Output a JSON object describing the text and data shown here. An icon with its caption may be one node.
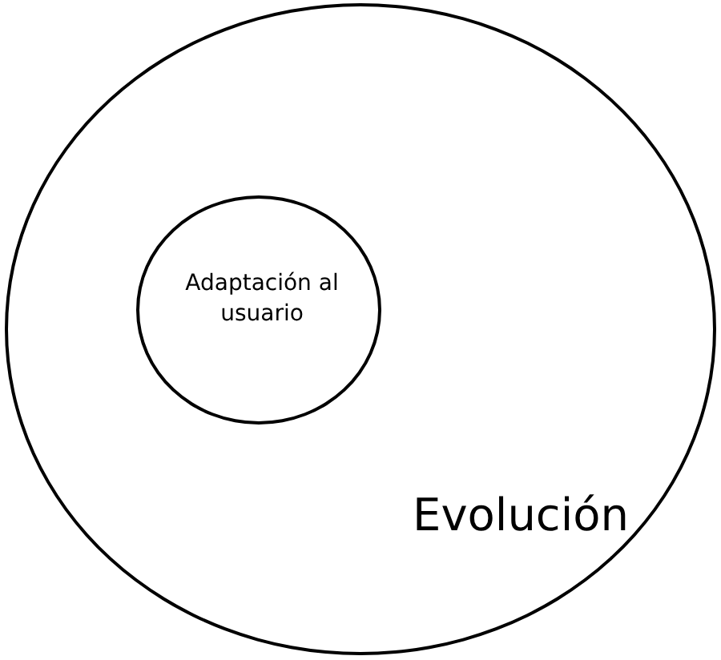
{
  "diagram": {
    "nodes": [
      {
        "text": [
          "Evolución"
        ]
      },
      {
        "text": [
          "Adaptación al usuario"
        ],
        "in": 0
      }
    ]
  }
}
